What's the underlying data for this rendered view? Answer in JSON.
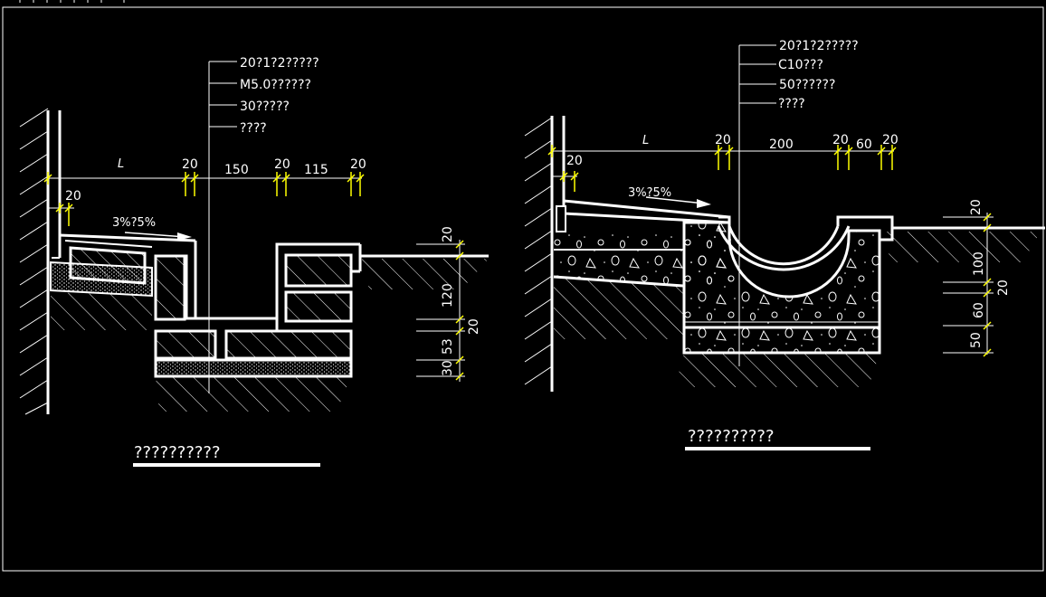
{
  "colors": {
    "background": "#000000",
    "line": "#ffffff",
    "dimension": "#ffff00"
  },
  "left": {
    "callouts": [
      "20?1?2?????",
      "M5.0??????",
      "30?????",
      "????"
    ],
    "slope_label": "3%?5%",
    "dim_L": "L",
    "dim_top": [
      "20",
      "150",
      "20",
      "115",
      "20"
    ],
    "dim_wall": "20",
    "dim_right": [
      "20",
      "120",
      "20",
      "53",
      "30"
    ],
    "title": "??????????"
  },
  "right": {
    "callouts": [
      "20?1?2?????",
      "C10???",
      "50??????",
      "????"
    ],
    "slope_label": "3%?5%",
    "dim_L": "L",
    "dim_top": [
      "20",
      "200",
      "20",
      "60",
      "20"
    ],
    "dim_wall": "20",
    "dim_right": [
      "20",
      "100",
      "20",
      "60",
      "50"
    ],
    "title": "??????????"
  }
}
